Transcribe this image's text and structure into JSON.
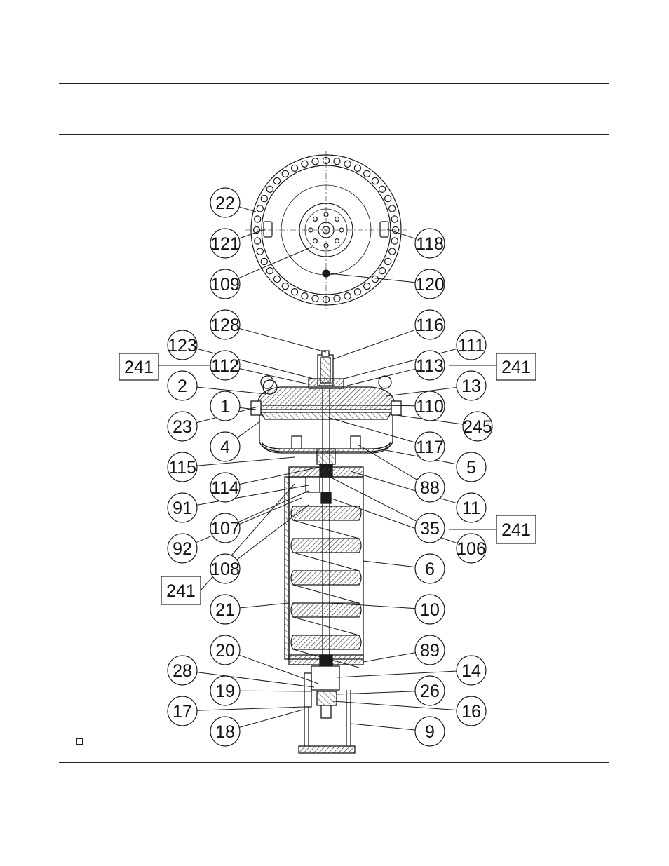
{
  "diagram": {
    "type": "exploded-assembly-section",
    "callout_labels": [
      "22",
      "121",
      "109",
      "118",
      "120",
      "128",
      "116",
      "123",
      "111",
      "241",
      "112",
      "113",
      "2",
      "13",
      "1",
      "110",
      "23",
      "245",
      "4",
      "117",
      "115",
      "5",
      "114",
      "88",
      "91",
      "11",
      "107",
      "35",
      "92",
      "106",
      "108",
      "6",
      "21",
      "10",
      "20",
      "89",
      "28",
      "14",
      "19",
      "26",
      "17",
      "16",
      "18",
      "9"
    ],
    "boxed_labels": [
      "241",
      "241",
      "241",
      "241"
    ]
  },
  "colors": {
    "line": "#1a1a1a",
    "hatch": "#555555",
    "paper": "#ffffff"
  }
}
